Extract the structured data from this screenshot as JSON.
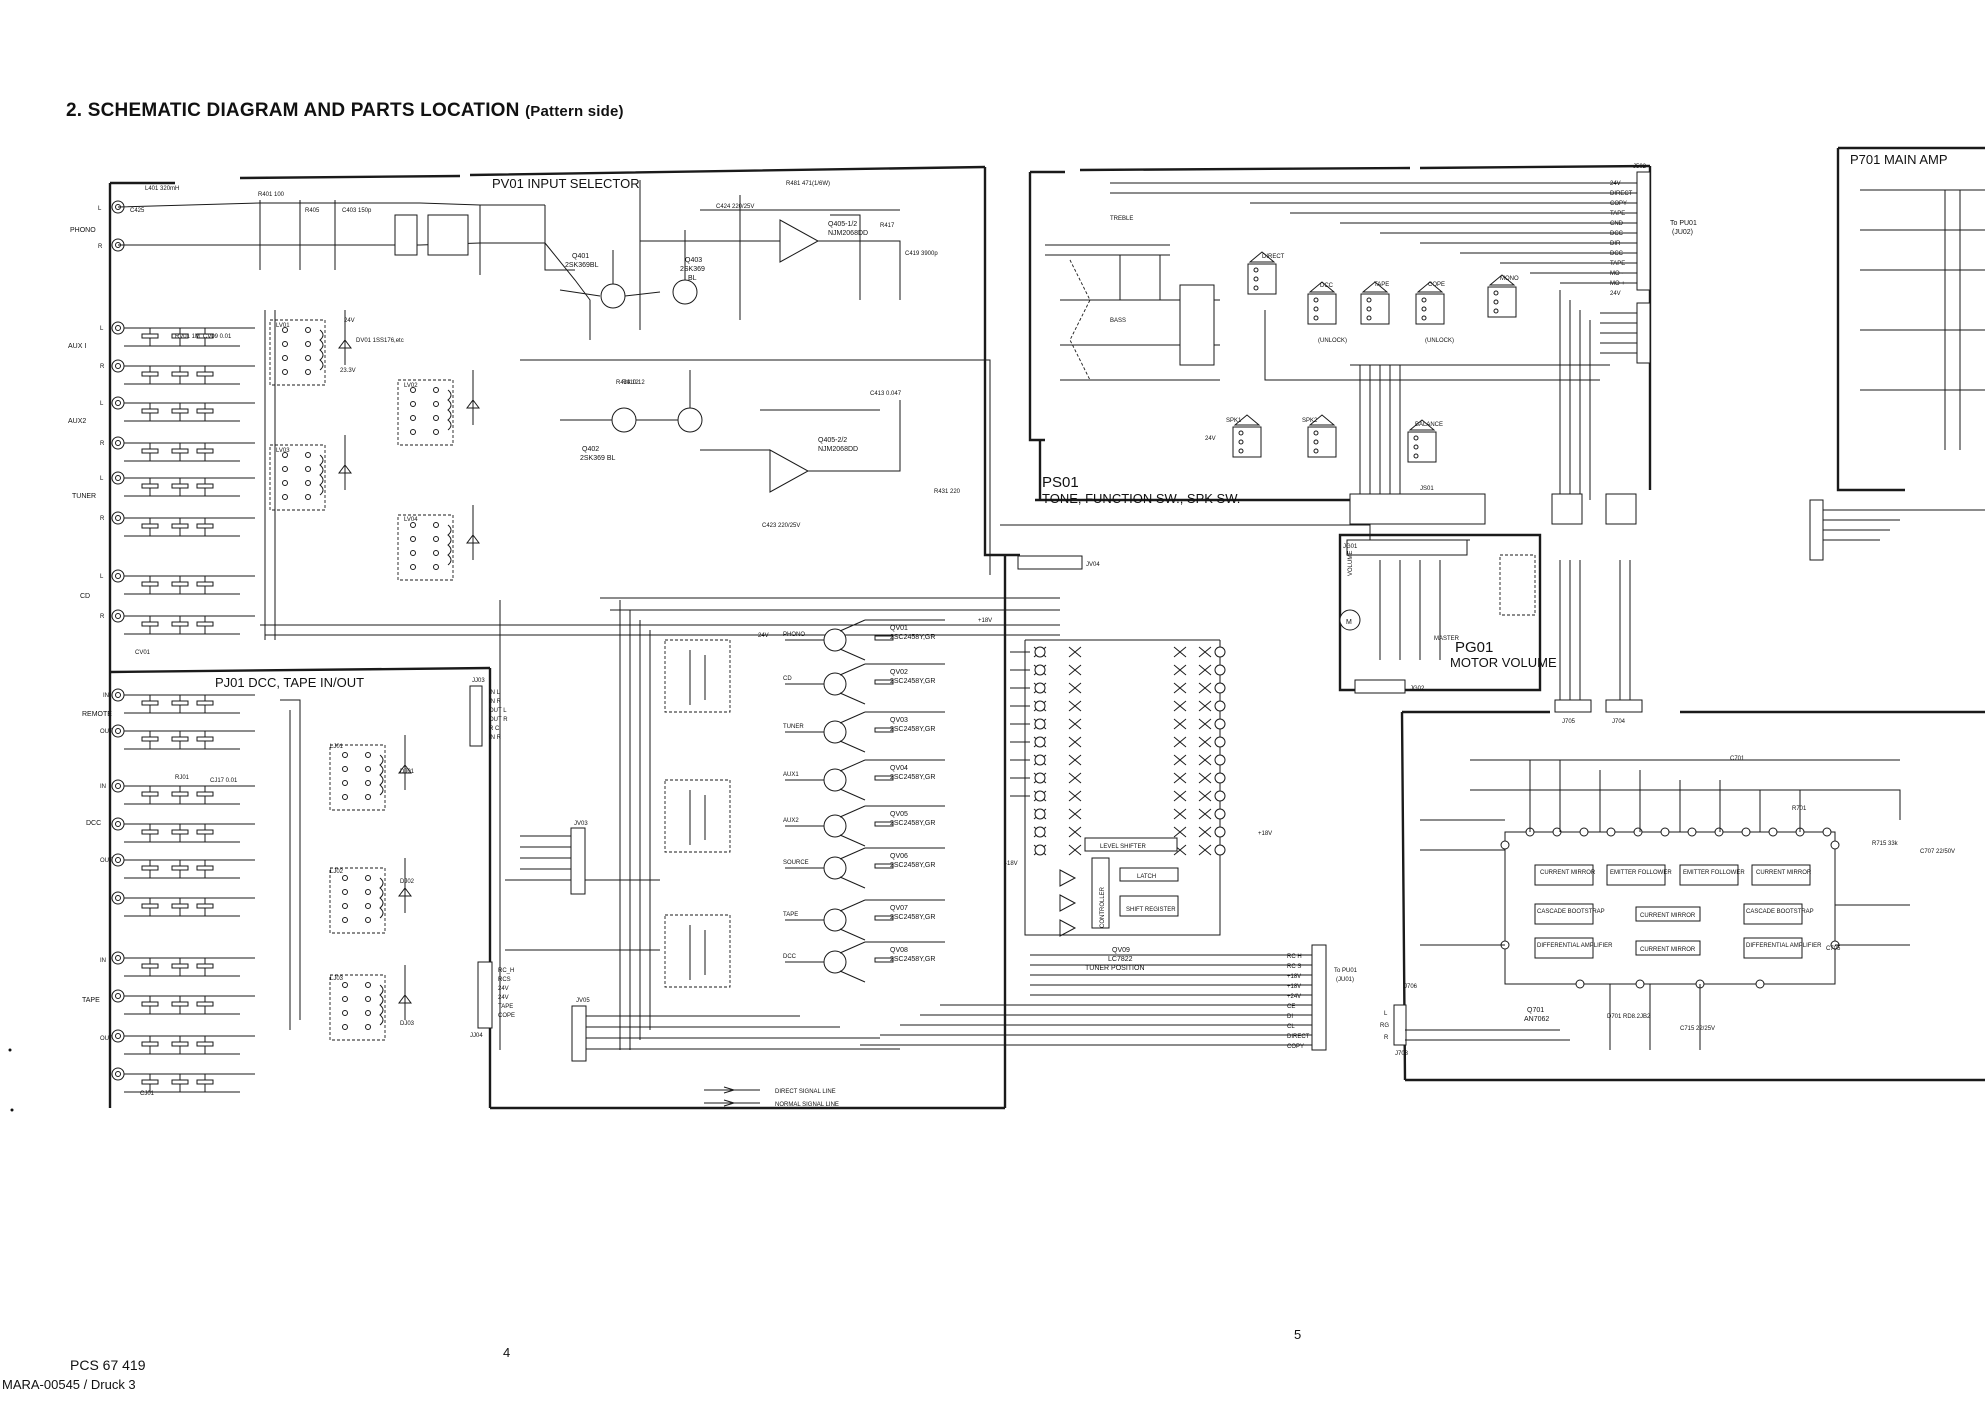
{
  "page_title": "2. SCHEMATIC DIAGRAM AND PARTS LOCATION",
  "page_title_suffix": "(Pattern side)",
  "page_number_left": "4",
  "page_number_right": "5",
  "doc_id": "PCS 67 419",
  "doc_ref": "MARA-00545 / Druck 3",
  "blocks": {
    "pv01": "PV01  INPUT SELECTOR",
    "ps01": "PS01",
    "ps01_sub": "TONE, FUNCTION SW., SPK SW.",
    "pj01": "PJ01  DCC, TAPE IN/OUT",
    "pg01": "PG01",
    "pg01_sub": "MOTOR VOLUME",
    "p701": "P701  MAIN AMP"
  },
  "inputs": [
    "PHONO",
    "AUX I",
    "AUX2",
    "TUNER",
    "CD",
    "REMOTE",
    "DCC",
    "TAPE"
  ],
  "channel_l": "L",
  "channel_r": "R",
  "in_label": "IN",
  "out_label": "OUT",
  "ics": {
    "q405a": "Q405-1/2",
    "q405a_type": "NJM2068DD",
    "q405b": "Q405-2/2",
    "q405b_type": "NJM2068DD",
    "q401": "Q401",
    "q401_type": "2SK369BL",
    "q402": "Q402",
    "q402_type": "2SK369 BL",
    "q403": "Q403",
    "q403_type": "2SK369",
    "q403_rank": "BL",
    "qv09": "QV09",
    "qv09_type": "LC7822",
    "qv09_sub": "TUNER POSITION",
    "q701": "Q701",
    "q701_type": "AN7062"
  },
  "transistors": [
    {
      "ref": "QV01",
      "type": "2SC2458Y,GR",
      "src": "PHONO"
    },
    {
      "ref": "QV02",
      "type": "2SC2458Y,GR",
      "src": "CD"
    },
    {
      "ref": "QV03",
      "type": "2SC2458Y,GR",
      "src": "TUNER"
    },
    {
      "ref": "QV04",
      "type": "2SC2458Y,GR",
      "src": "AUX1"
    },
    {
      "ref": "QV05",
      "type": "2SC2458Y,GR",
      "src": "AUX2"
    },
    {
      "ref": "QV06",
      "type": "2SC2458Y,GR",
      "src": "SOURCE"
    },
    {
      "ref": "QV07",
      "type": "2SC2458Y,GR",
      "src": "TAPE"
    },
    {
      "ref": "QV08",
      "type": "2SC2458Y,GR",
      "src": "DCC"
    }
  ],
  "lc7822_blocks": {
    "level_shifter": "LEVEL SHIFTER",
    "latch": "LATCH",
    "shift_register": "SHIFT REGISTER",
    "controller": "CONTROLLER"
  },
  "an7062_blocks": {
    "current_mirror_1": "CURRENT MIRROR",
    "emitter_follower_1": "EMITTER FOLLOWER",
    "emitter_follower_2": "EMITTER FOLLOWER",
    "current_mirror_2": "CURRENT MIRROR",
    "cascade_bootstrap_1": "CASCADE BOOTSTRAP",
    "current_mirror_3": "CURRENT MIRROR",
    "cascade_bootstrap_2": "CASCADE BOOTSTRAP",
    "differential_amp_1": "DIFFERENTIAL AMPLIFIER",
    "current_mirror_4": "CURRENT MIRROR",
    "differential_amp_2": "DIFFERENTIAL AMPLIFIER"
  },
  "connectors": {
    "j502": "J502",
    "to_pu01": "To PU01",
    "ju02": "(JU02)",
    "to_pu01b": "To PU01",
    "ju01": "(JU01)",
    "j706": "J706",
    "j703": "J703",
    "j705": "J705",
    "j704": "J704",
    "jv03": "JV03",
    "jv04": "JV04",
    "jv05": "JV05",
    "jj03": "JJ03",
    "jj04": "JJ04",
    "js01": "JS01",
    "jg01": "JG01",
    "jg02": "JG02"
  },
  "jj03_pins": [
    "IN L",
    "IN R",
    "OUT L",
    "OUT R",
    "R C",
    "IN R"
  ],
  "j502_pins": [
    "24V",
    "DIRECT",
    "COPY",
    "TAPE",
    "CND",
    "DCC",
    "DIR",
    "DCC",
    "TAPE",
    "MO -",
    "MO +",
    "24V"
  ],
  "jv05_pins": [
    "RC_H",
    "RCS",
    "24V",
    "24V",
    "TAPE",
    "COPE"
  ],
  "j706_pins": [
    "RC H",
    "RC S",
    "+18V",
    "+18V",
    "+24V",
    "CE",
    "DI",
    "CL",
    "DIRECT",
    "COPY"
  ],
  "j703_pins": [
    "L",
    "RG",
    "R"
  ],
  "selector_labels": {
    "treble": "TREBLE",
    "bass": "BASS",
    "direct": "DIRECT",
    "dcc": "DCC",
    "tape": "TAPE",
    "cope": "COPE",
    "mono": "MONO",
    "balance": "BALANCE",
    "master": "MASTER",
    "volume": "VOLUME",
    "unlock": "(UNLOCK)",
    "spk1": "SPK1",
    "spk2": "SPK2"
  },
  "rails": {
    "p24": "24V",
    "p18": "+18V",
    "m18": "-18V",
    "p23": "23.3V"
  },
  "legend": {
    "direct": "DIRECT SIGNAL LINE",
    "normal": "NORMAL SIGNAL LINE"
  },
  "parts_samples": [
    "R401 100",
    "L401 320mH",
    "C403 150p",
    "R405",
    "C425",
    "R481 471(1/6W)",
    "C424 220/25V",
    "R417",
    "C419 3900p",
    "R423 12",
    "R431 220",
    "C423 220/25V",
    "R410 12",
    "C413 0.047",
    "CV01",
    "RV01 1M",
    "CV09 0.01",
    "DV01 1SS176,etc",
    "LV01",
    "LV02",
    "LV03",
    "LV04",
    "CJ01",
    "RJ01",
    "CJ17 0.01",
    "LJ01",
    "LJ02",
    "LJ03",
    "DJ01",
    "DJ02",
    "DJ03",
    "R701",
    "C701",
    "R715 33k",
    "C707 22/50V",
    "C705",
    "D701 RD8.2JB2",
    "C715 22/25V"
  ]
}
